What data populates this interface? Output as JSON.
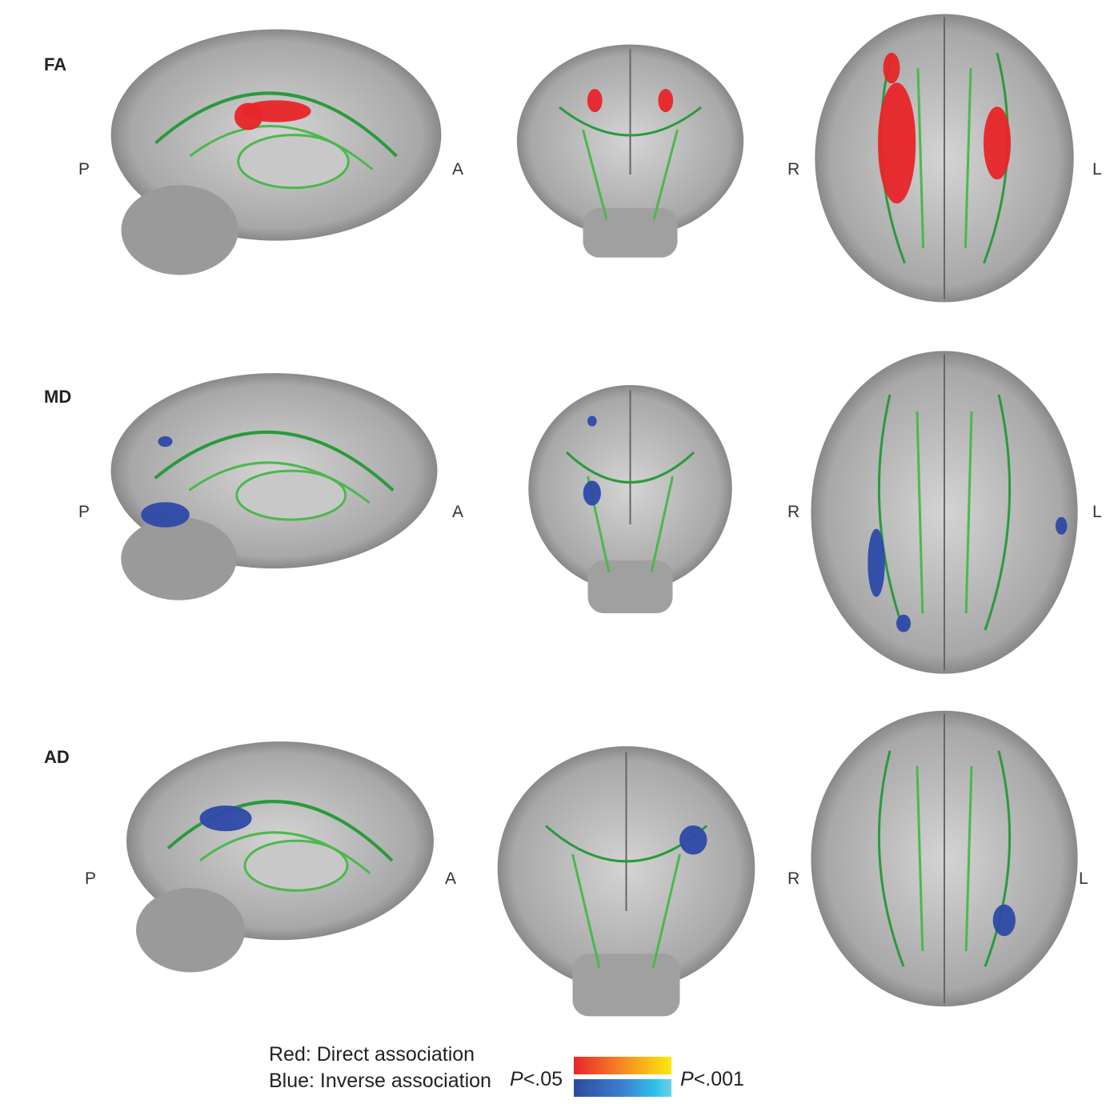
{
  "rows": [
    {
      "label": "FA",
      "sagittal": {
        "left": "P",
        "right": "A"
      },
      "axial": {
        "left": "R",
        "right": "L"
      },
      "effect_color": "#e8262a"
    },
    {
      "label": "MD",
      "sagittal": {
        "left": "P",
        "right": "A"
      },
      "axial": {
        "left": "R",
        "right": "L"
      },
      "effect_color": "#2e4aa8"
    },
    {
      "label": "AD",
      "sagittal": {
        "left": "P",
        "right": "A"
      },
      "axial": {
        "left": "R",
        "right": "L"
      },
      "effect_color": "#2e4aa8"
    }
  ],
  "legend": {
    "red_text": "Red: Direct association",
    "blue_text": "Blue: Inverse association",
    "low_label_p": "P",
    "low_label_value": "<.05",
    "high_label_p": "P",
    "high_label_value": "<.001"
  },
  "colors": {
    "tract": "#2a9a3c",
    "direct": "#e8262a",
    "inverse": "#2e4aa8"
  }
}
